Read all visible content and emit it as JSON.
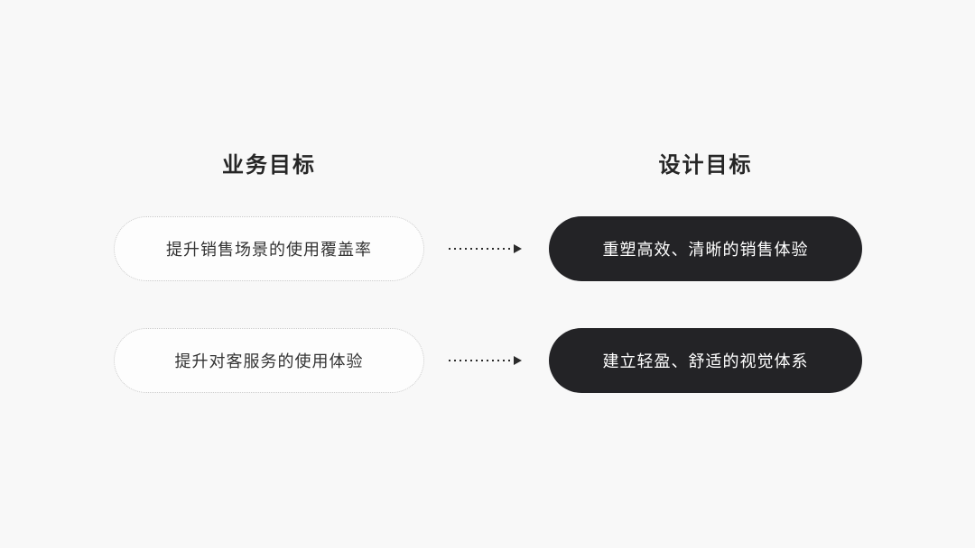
{
  "page": {
    "background_color": "#f8f8f8",
    "dark_pill_color": "#232326",
    "dark_pill_text_color": "#ffffff",
    "light_pill_border_color": "#c9c9c9",
    "text_color": "#262626",
    "arrow_color": "#2b2b2b"
  },
  "columns": {
    "business": {
      "title": "业务目标"
    },
    "design": {
      "title": "设计目标"
    }
  },
  "rows": [
    {
      "business_goal": "提升销售场景的使用覆盖率",
      "design_goal": "重塑高效、清晰的销售体验"
    },
    {
      "business_goal": "提升对客服务的使用体验",
      "design_goal": "建立轻盈、舒适的视觉体系"
    }
  ],
  "arrow": {
    "name": "dotted-arrow-right"
  }
}
